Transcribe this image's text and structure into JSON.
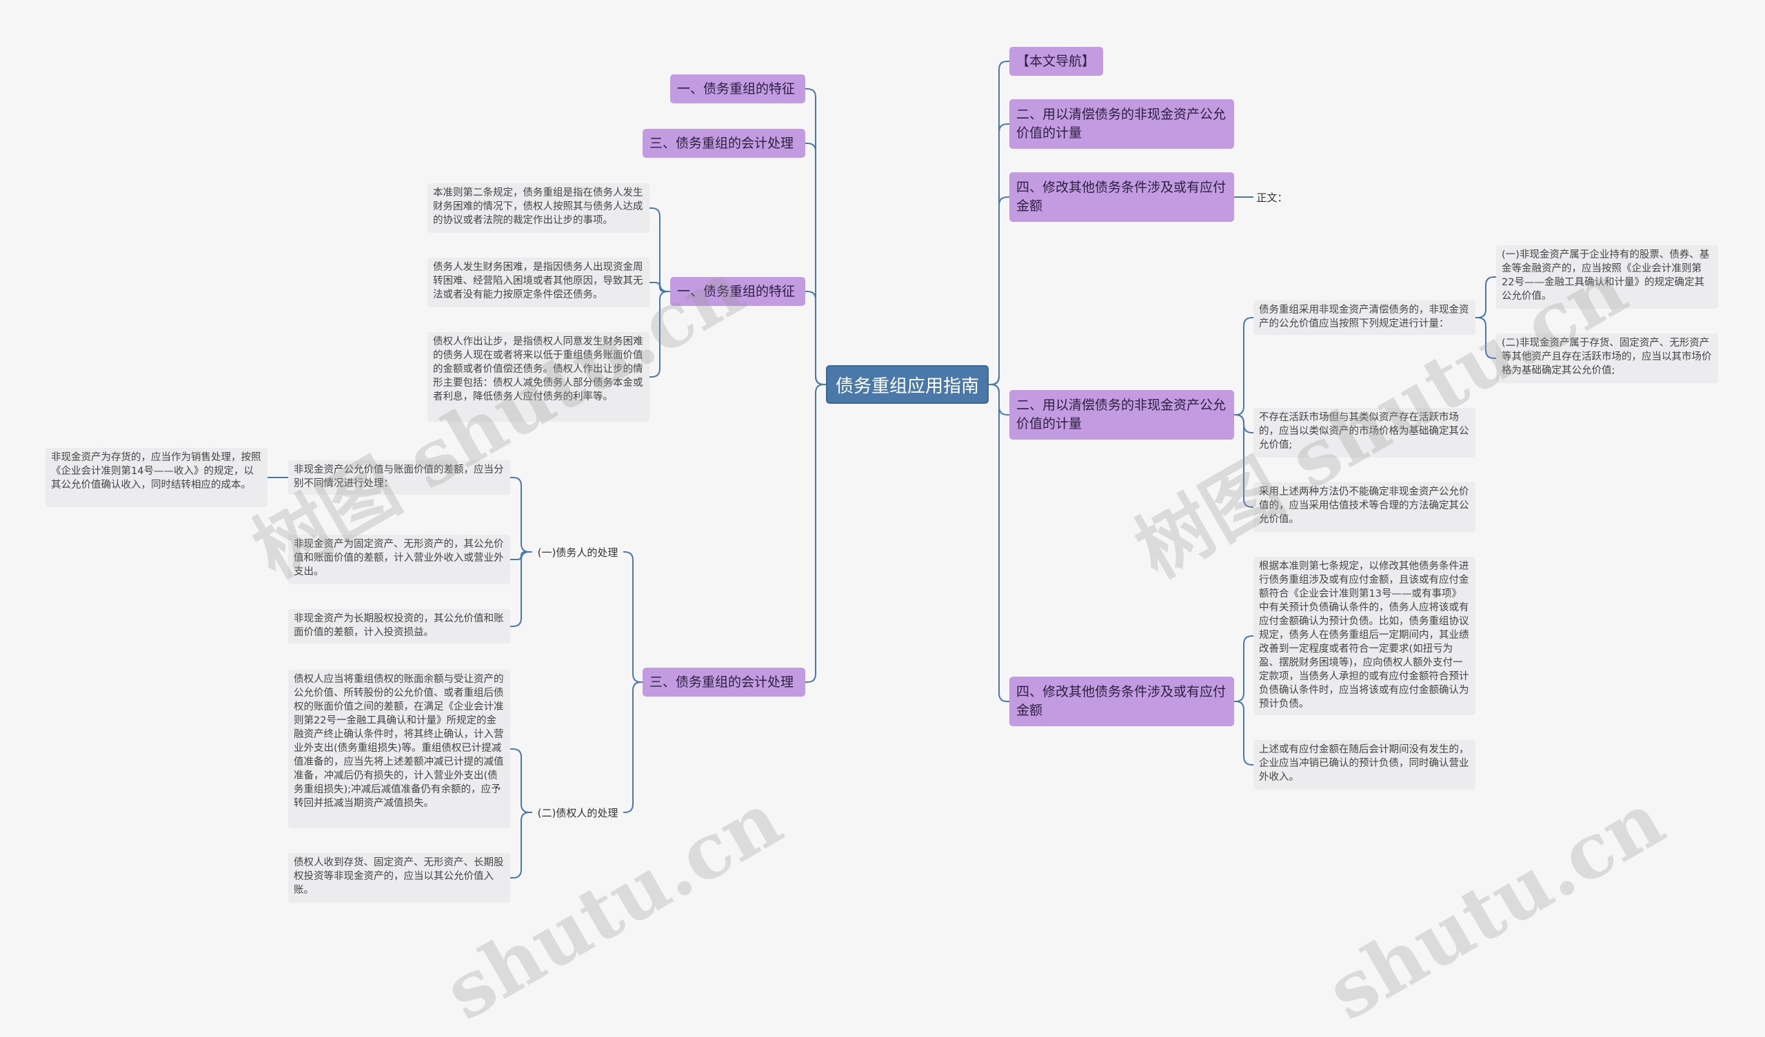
{
  "center": "债务重组应用指南",
  "left": {
    "b1": "一、债务重组的特征",
    "b2": "三、债务重组的会计处理",
    "b3": {
      "label": "一、债务重组的特征",
      "leaves": [
        "本准则第二条规定，债务重组是指在债务人发生财务困难的情况下，债权人按照其与债务人达成的协议或者法院的裁定作出让步的事项。",
        "债务人发生财务困难，是指因债务人出现资金周转困难、经营陷入困境或者其他原因，导致其无法或者没有能力按原定条件偿还债务。",
        "债权人作出让步，是指债权人同意发生财务困难的债务人现在或者将来以低于重组债务账面价值的金额或者价值偿还债务。债权人作出让步的情形主要包括：债权人减免债务人部分债务本金或者利息，降低债务人应付债务的利率等。"
      ]
    },
    "b4": {
      "label": "三、债务重组的会计处理",
      "debtor": {
        "label": "(一)债务人的处理",
        "leaves": [
          "非现金资产公允价值与账面价值的差额，应当分别不同情况进行处理：",
          "非现金资产为固定资产、无形资产的，其公允价值和账面价值的差额，计入营业外收入或营业外支出。",
          "非现金资产为长期股权投资的，其公允价值和账面价值的差额，计入投资损益。"
        ],
        "far_leaf": "非现金资产为存货的，应当作为销售处理，按照《企业会计准则第14号——收入》的规定，以其公允价值确认收入，同时结转相应的成本。"
      },
      "creditor": {
        "label": "(二)债权人的处理",
        "leaves": [
          "债权人应当将重组债权的账面余额与受让资产的公允价值、所转股份的公允价值、或者重组后债权的账面价值之间的差额，在满足《企业会计准则第22号一金融工具确认和计量》所规定的金融资产终止确认条件时，将其终止确认，计入营业外支出(债务重组损失)等。重组债权已计提减值准备的，应当先将上述差额冲减已计提的减值准备，冲减后仍有损失的，计入营业外支出(债务重组损失);冲减后减值准备仍有余额的，应予转回并抵减当期资产减值损失。",
          "债权人收到存货、固定资产、无形资产、长期股权投资等非现金资产的，应当以其公允价值入账。"
        ]
      }
    }
  },
  "right": {
    "r1": "【本文导航】",
    "r2": "二、用以清偿债务的非现金资产公允价值的计量",
    "r3": {
      "label": "四、修改其他债务条件涉及或有应付金额",
      "child": "正文："
    },
    "r4": {
      "label": "二、用以清偿债务的非现金资产公允价值的计量",
      "l1": {
        "text": "债务重组采用非现金资产清偿债务的，非现金资产的公允价值应当按照下列规定进行计量：",
        "children": [
          "(一)非现金资产属于企业持有的股票、债券、基金等金融资产的，应当按照《企业会计准则第22号——金融工具确认和计量》的规定确定其公允价值。",
          "(二)非现金资产属于存货、固定资产、无形资产等其他资产且存在活跃市场的，应当以其市场价格为基础确定其公允价值;"
        ]
      },
      "l2": "不存在活跃市场但与其类似资产存在活跃市场的，应当以类似资产的市场价格为基础确定其公允价值;",
      "l3": "采用上述两种方法仍不能确定非现金资产公允价值的，应当采用估值技术等合理的方法确定其公允价值。"
    },
    "r5": {
      "label": "四、修改其他债务条件涉及或有应付金额",
      "leaves": [
        "根据本准则第七条规定，以修改其他债务条件进行债务重组涉及或有应付金额，且该或有应付金额符合《企业会计准则第13号——或有事项》中有关预计负债确认条件的，债务人应将该或有应付金额确认为预计负债。比如，债务重组协议规定，债务人在债务重组后一定期间内，其业绩改善到一定程度或者符合一定要求(如扭亏为盈、摆脱财务困境等)，应向债权人额外支付一定款项，当债务人承担的或有应付金额符合预计负债确认条件时，应当将该或有应付金额确认为预计负债。",
        "上述或有应付金额在随后会计期间没有发生的，企业应当冲销已确认的预计负债，同时确认营业外收入。"
      ]
    }
  },
  "watermarks": [
    "树图 shutu.cn",
    "树图 shutu.cn",
    "shutu.cn",
    "shutu.cn"
  ],
  "colors": {
    "center_fill": "#4a78a9",
    "branch_fill": "#c29be0",
    "leaf_fill": "#ececee",
    "line": "#4a78a9"
  }
}
